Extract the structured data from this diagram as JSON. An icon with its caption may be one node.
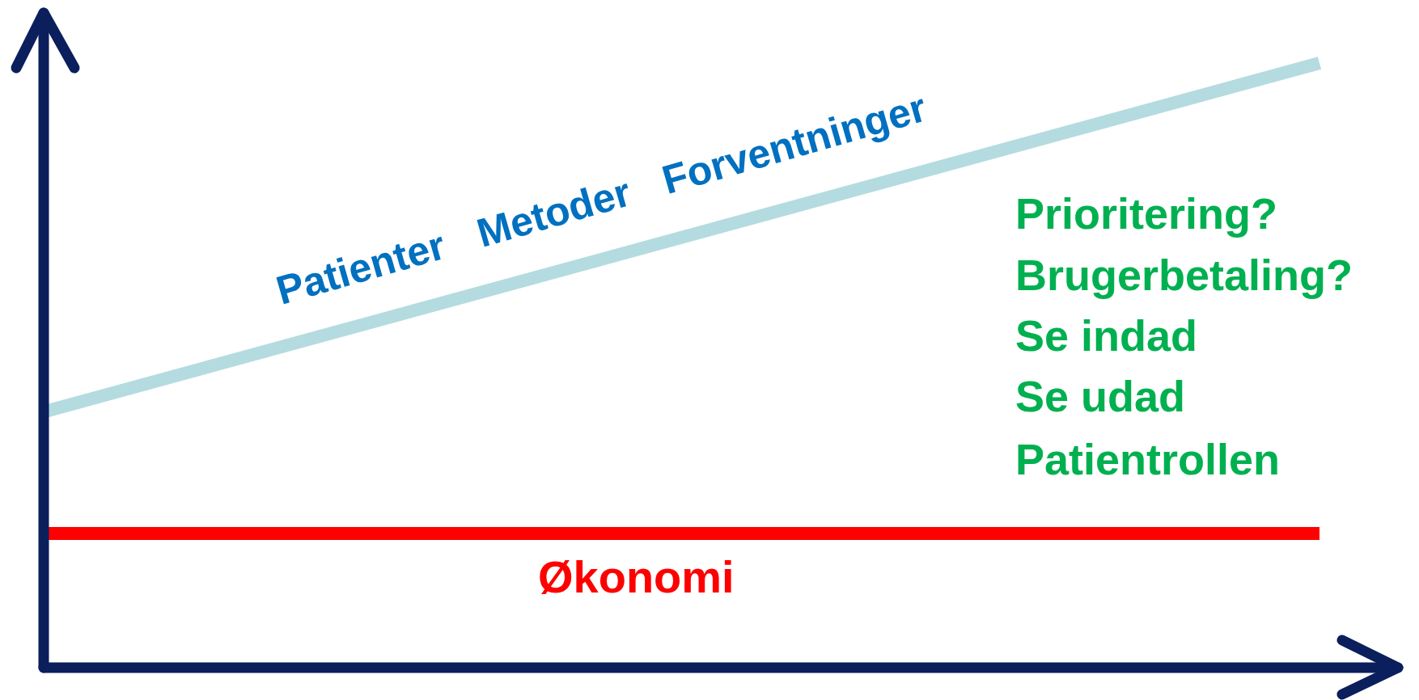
{
  "diagram": {
    "labels": [
      "Patienter Metoder Forventninger",
      "Prioritering?",
      "Brugerbetaling?",
      "Se indad",
      "Se udad",
      "Patientrollen",
      "Økonomi"
    ]
  }
}
